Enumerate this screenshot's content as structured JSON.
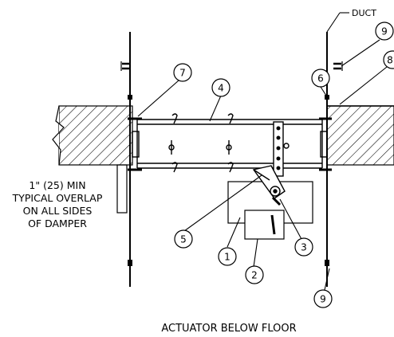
{
  "labels": {
    "duct": "DUCT",
    "overlap_line1": "1\" (25) MIN",
    "overlap_line2": "TYPICAL OVERLAP",
    "overlap_line3": "ON ALL SIDES",
    "overlap_line4": "OF DAMPER",
    "caption": "ACTUATOR BELOW FLOOR"
  },
  "callouts": {
    "c1": "1",
    "c2": "2",
    "c3": "3",
    "c4": "4",
    "c5": "5",
    "c6": "6",
    "c7": "7",
    "c8": "8",
    "c9_top": "9",
    "c9_bottom": "9"
  }
}
